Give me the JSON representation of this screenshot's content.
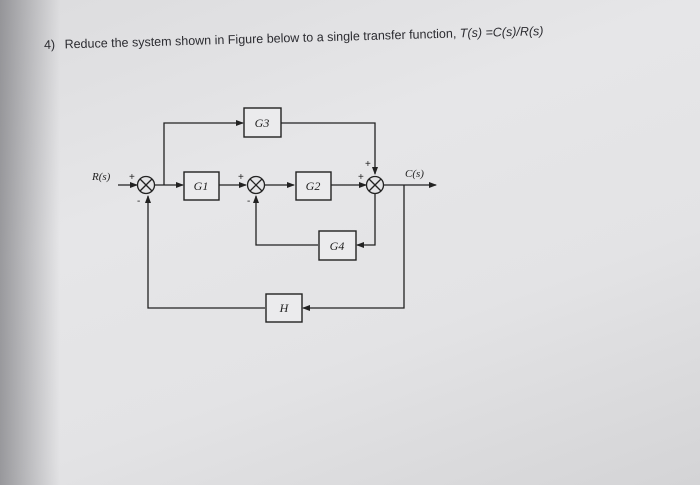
{
  "question": {
    "number": "4)",
    "text": "Reduce the system shown in Figure below to a single transfer function,",
    "formula": "T(s) =C(s)/R(s)"
  },
  "diagram": {
    "input_label": "R(s)",
    "output_label": "C(s)",
    "blocks": {
      "g1": "G1",
      "g2": "G2",
      "g3": "G3",
      "g4": "G4",
      "h": "H"
    },
    "signs": {
      "j1_in": "+",
      "j1_fb": "-",
      "j2_in": "+",
      "j2_fb": "-",
      "j3_in": "+",
      "j3_top": "+"
    }
  }
}
